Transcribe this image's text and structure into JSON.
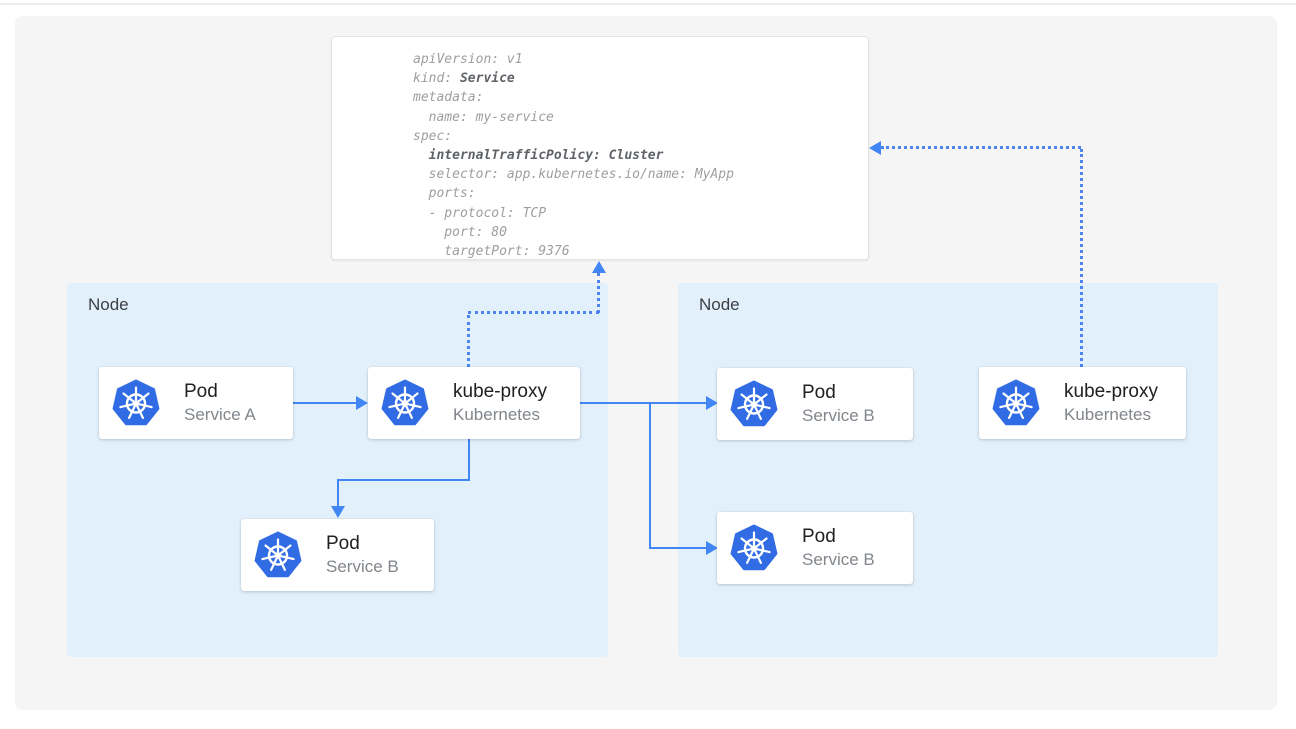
{
  "yaml_panel": {
    "lines": [
      [
        {
          "t": "apiVersion: v1",
          "b": false
        }
      ],
      [
        {
          "t": "kind: ",
          "b": false
        },
        {
          "t": "Service",
          "b": true
        }
      ],
      [
        {
          "t": "metadata:",
          "b": false
        }
      ],
      [
        {
          "t": "  name: my-service",
          "b": false
        }
      ],
      [
        {
          "t": "spec:",
          "b": false
        }
      ],
      [
        {
          "t": "  ",
          "b": false
        },
        {
          "t": "internalTrafficPolicy: Cluster",
          "b": true
        }
      ],
      [
        {
          "t": "  selector: app.kubernetes.io/name: MyApp",
          "b": false
        }
      ],
      [
        {
          "t": "  ports:",
          "b": false
        }
      ],
      [
        {
          "t": "  - protocol: TCP",
          "b": false
        }
      ],
      [
        {
          "t": "    port: 80",
          "b": false
        }
      ],
      [
        {
          "t": "    targetPort: 9376",
          "b": false
        }
      ]
    ]
  },
  "nodes": {
    "left": {
      "label": "Node"
    },
    "right": {
      "label": "Node"
    }
  },
  "cards": {
    "pod_a": {
      "title": "Pod",
      "subtitle": "Service A"
    },
    "kube_proxy_left": {
      "title": "kube-proxy",
      "subtitle": "Kubernetes"
    },
    "pod_b_left": {
      "title": "Pod",
      "subtitle": "Service B"
    },
    "pod_b_right_top": {
      "title": "Pod",
      "subtitle": "Service B"
    },
    "pod_b_right_bottom": {
      "title": "Pod",
      "subtitle": "Service B"
    },
    "kube_proxy_right": {
      "title": "kube-proxy",
      "subtitle": "Kubernetes"
    }
  },
  "icons": {
    "kubernetes_logo": "kubernetes-helm-wheel"
  },
  "colors": {
    "arrow_blue": "#4285f4",
    "dotted_arrow_blue": "#4c85f0",
    "kubernetes_blue": "#326ce5",
    "node_background": "#e2f0fc",
    "panel_background": "#f5f5f5",
    "code_text": "#9e9e9e",
    "code_bold_text": "#5f6368",
    "card_title_text": "#212121",
    "card_subtitle_text": "#80868b",
    "node_label_text": "#3c4043"
  }
}
